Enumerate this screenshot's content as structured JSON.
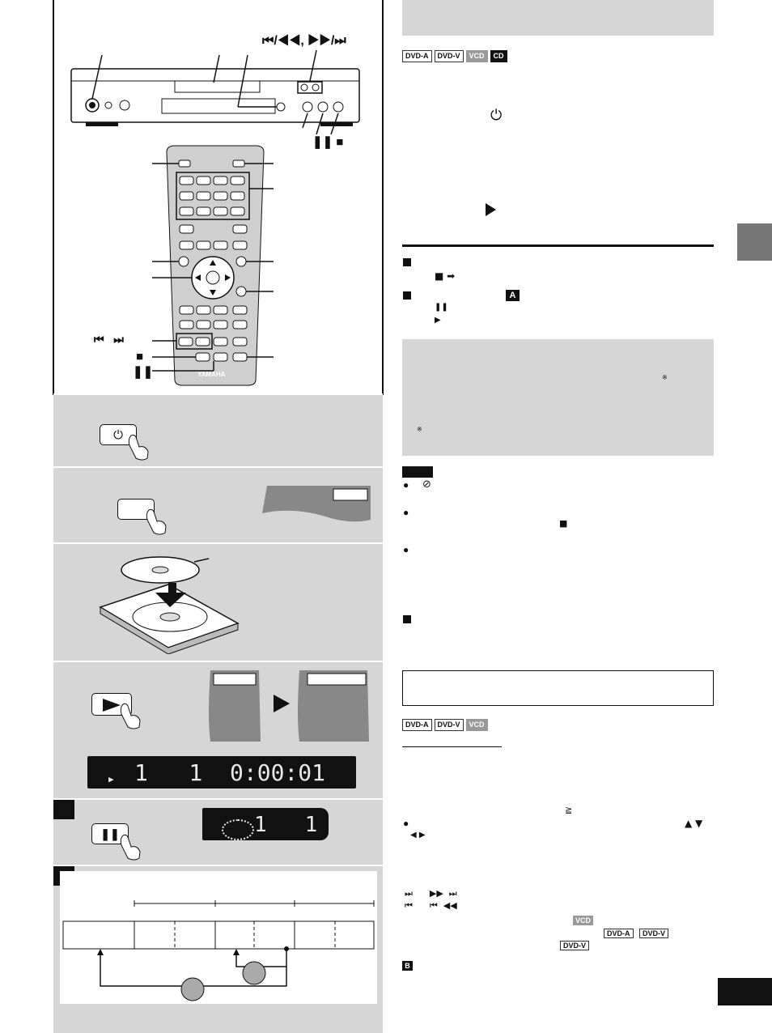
{
  "diagram": {
    "skip_label": "⏮/◀◀, ▶▶/⏭",
    "pause_stop_label": "❚❚ ■",
    "remote_skip_label": "⏮   ⏭",
    "remote_stop_label": "■",
    "remote_pause_label": "❚❚",
    "brand": "YAMAHA"
  },
  "steps": {
    "power_icon": "⏻",
    "play_display": "▶ 1   1  0:00:01",
    "play_display_arrow": "▶",
    "play_display_text": "1   1  0:00:01",
    "pause_display_text": "1   1",
    "step_a_label": "",
    "step_b_label": ""
  },
  "right": {
    "badges_top": [
      {
        "label": "DVD-A",
        "style": "outline"
      },
      {
        "label": "DVD-V",
        "style": "outline"
      },
      {
        "label": "VCD",
        "style": "gray"
      },
      {
        "label": "CD",
        "style": "black"
      }
    ],
    "power_icon": "⏻",
    "play_icon": "▶",
    "stop_line": "■ ➡",
    "box_a": "A",
    "pause_icon": "❚❚",
    "play_icon_small": "▶",
    "note_mark_1": "※",
    "note_mark_2": "※",
    "note_items": [
      "⊘",
      "■"
    ],
    "badges_mid": [
      {
        "label": "DVD-A",
        "style": "outline"
      },
      {
        "label": "DVD-V",
        "style": "outline"
      },
      {
        "label": "VCD",
        "style": "gray"
      }
    ],
    "gte": "≧",
    "arrows_updown": "▲ ▼",
    "arrows_leftright": "◀ ▶",
    "skip_row_1": "⏭      ▶▶  ⏭",
    "skip_row_2": "⏮      ⏮  ◀◀",
    "badge_vcd": "VCD",
    "badge_dvda": "DVD-A",
    "badge_dvdv": "DVD-V",
    "badge_dvdv2": "DVD-V",
    "box_b": "B"
  }
}
